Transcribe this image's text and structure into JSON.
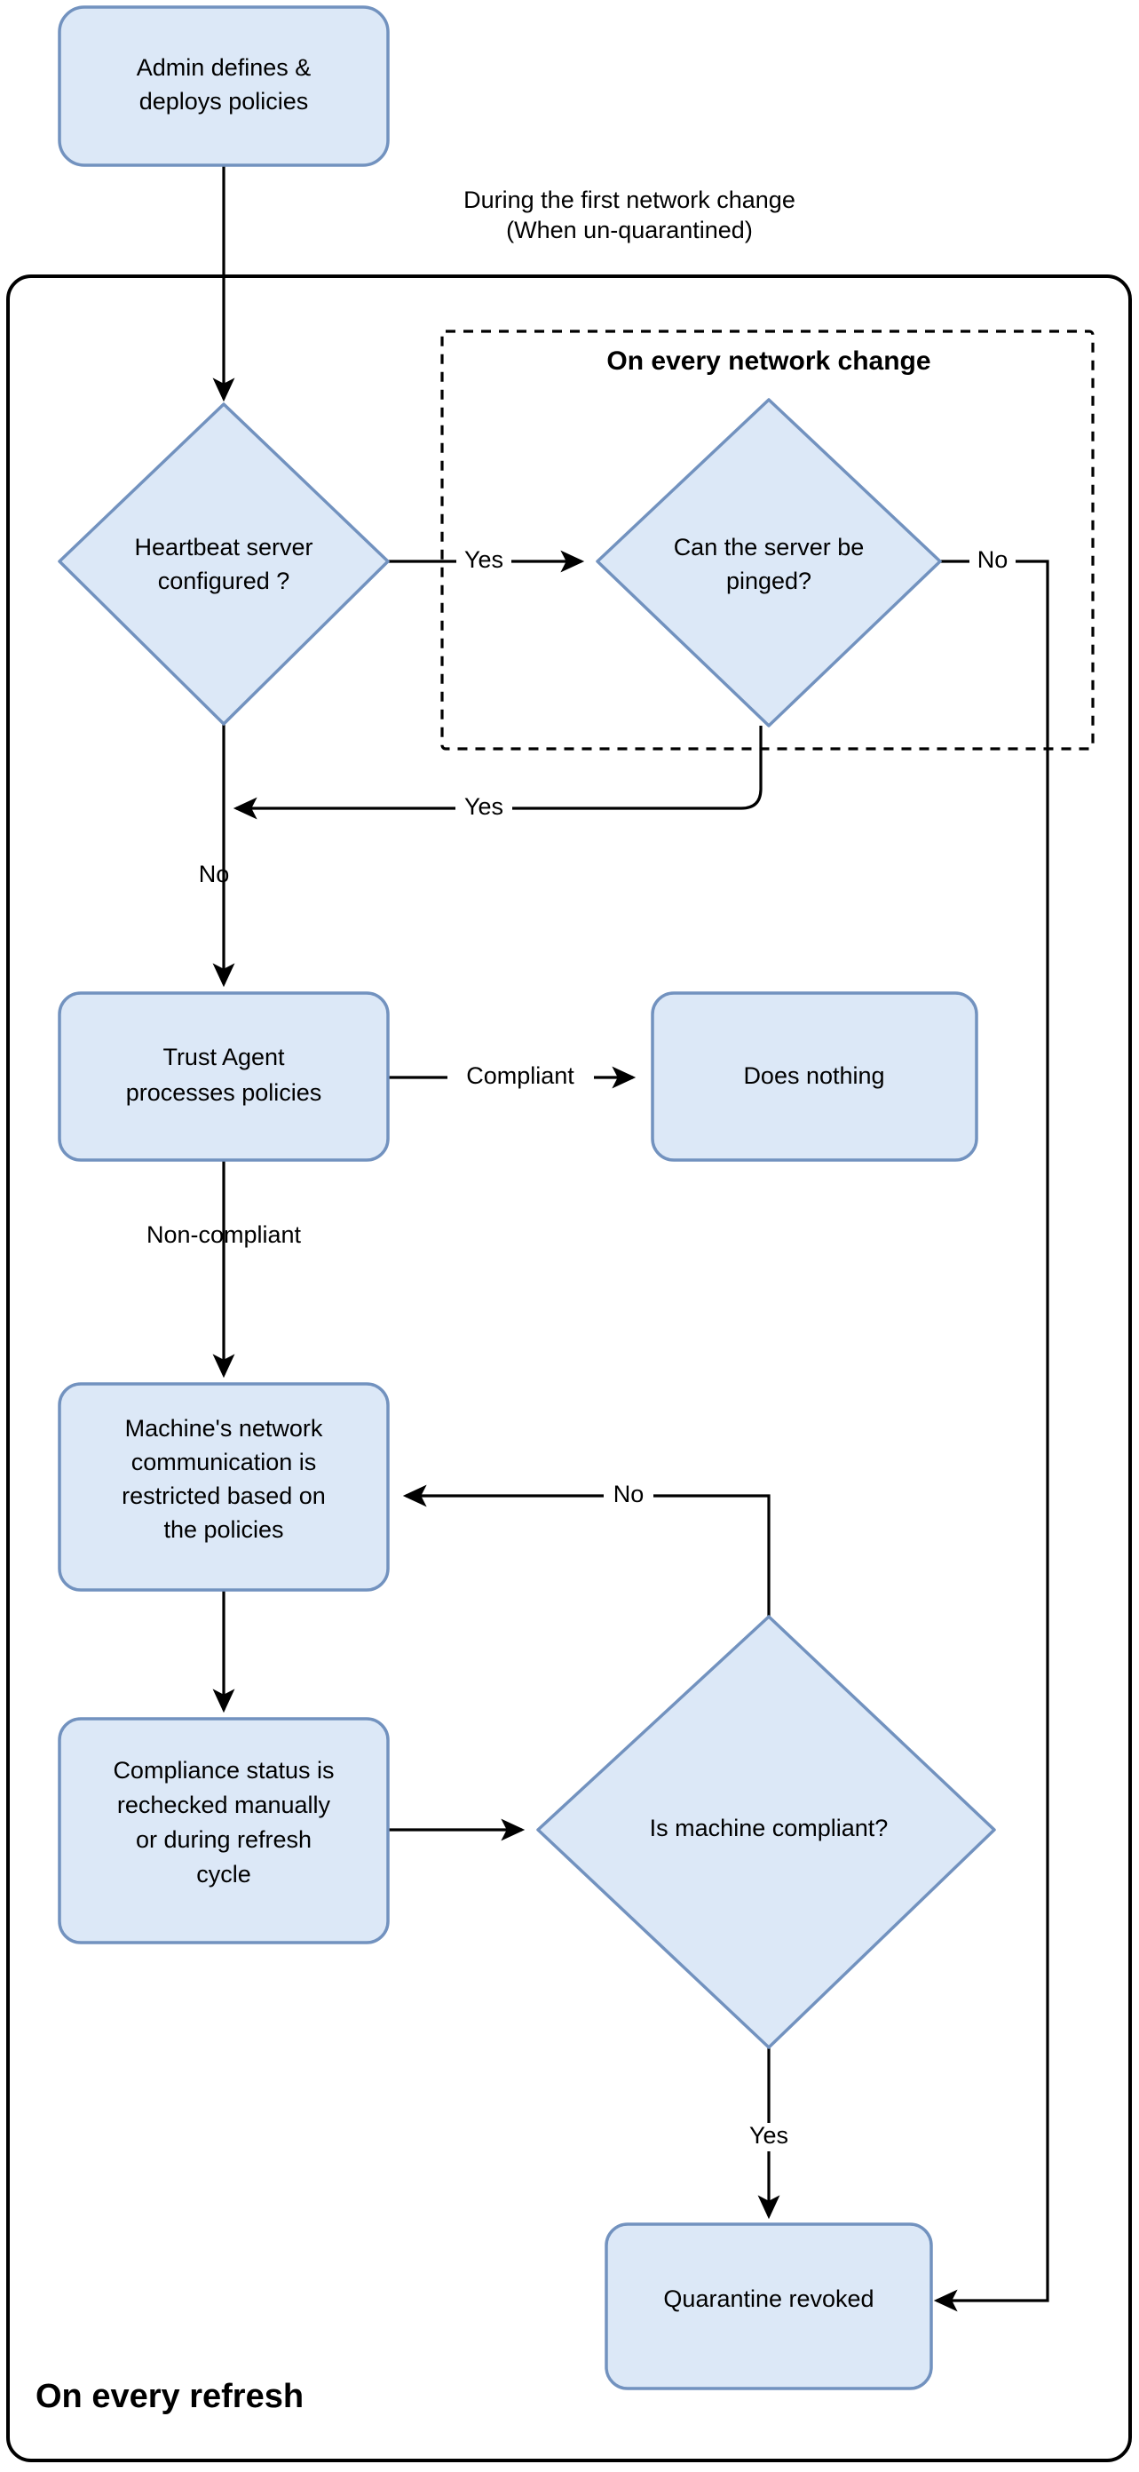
{
  "diagram": {
    "title_caption": {
      "line1": "During the first network change",
      "line2": "(When un-quarantined)"
    },
    "groups": {
      "outer": {
        "label": "On every refresh"
      },
      "dashed": {
        "label": "On every network change"
      }
    },
    "nodes": {
      "admin_deploy": {
        "line1": "Admin defines &",
        "line2": "deploys policies"
      },
      "heartbeat": {
        "line1": "Heartbeat server",
        "line2": "configured ?"
      },
      "ping": {
        "line1": "Can the server be",
        "line2": "pinged?"
      },
      "trust_agent": {
        "line1": "Trust Agent",
        "line2": "processes policies"
      },
      "does_nothing": {
        "line1": "Does nothing"
      },
      "restricted": {
        "line1": "Machine's network",
        "line2": "communication is",
        "line3": "restricted based on",
        "line4": "the policies"
      },
      "recheck": {
        "line1": "Compliance status is",
        "line2": "rechecked manually",
        "line3": "or during refresh",
        "line4": "cycle"
      },
      "is_compliant": {
        "line1": "Is machine compliant?"
      },
      "quarantine_revoked": {
        "line1": "Quarantine revoked"
      }
    },
    "edges": {
      "heartbeat_yes": "Yes",
      "ping_no": "No",
      "ping_yes": "Yes",
      "heartbeat_no": "No",
      "compliant_branch": "Compliant",
      "noncompliant_branch": "Non-compliant",
      "recheck_no": "No",
      "recheck_yes": "Yes"
    },
    "colors": {
      "node_fill": "#dce8f7",
      "node_stroke": "#7292bf",
      "edge": "#000000",
      "background": "#ffffff"
    }
  }
}
